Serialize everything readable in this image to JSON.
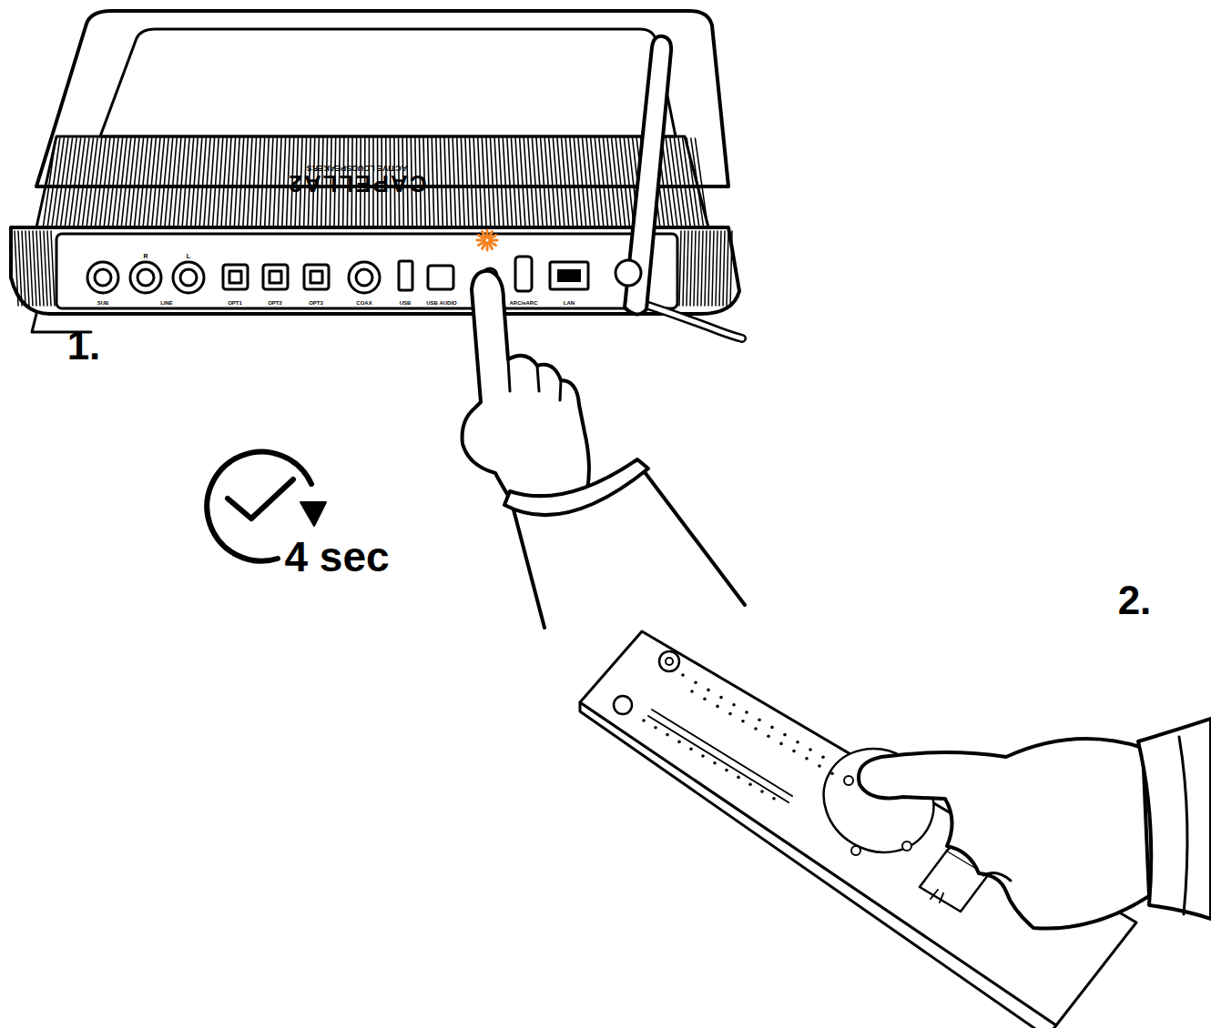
{
  "diagram": {
    "labels": [
      "CAPELLA2",
      "ACTIVE LOUDSPEAKERS",
      "SUB",
      "R",
      "L",
      "LINE",
      "OPT1",
      "OPT2",
      "OPT3",
      "COAX",
      "USB",
      "USB AUDIO",
      "ARC/eARC",
      "LAN",
      "1.",
      "2.",
      "4 sec"
    ]
  }
}
